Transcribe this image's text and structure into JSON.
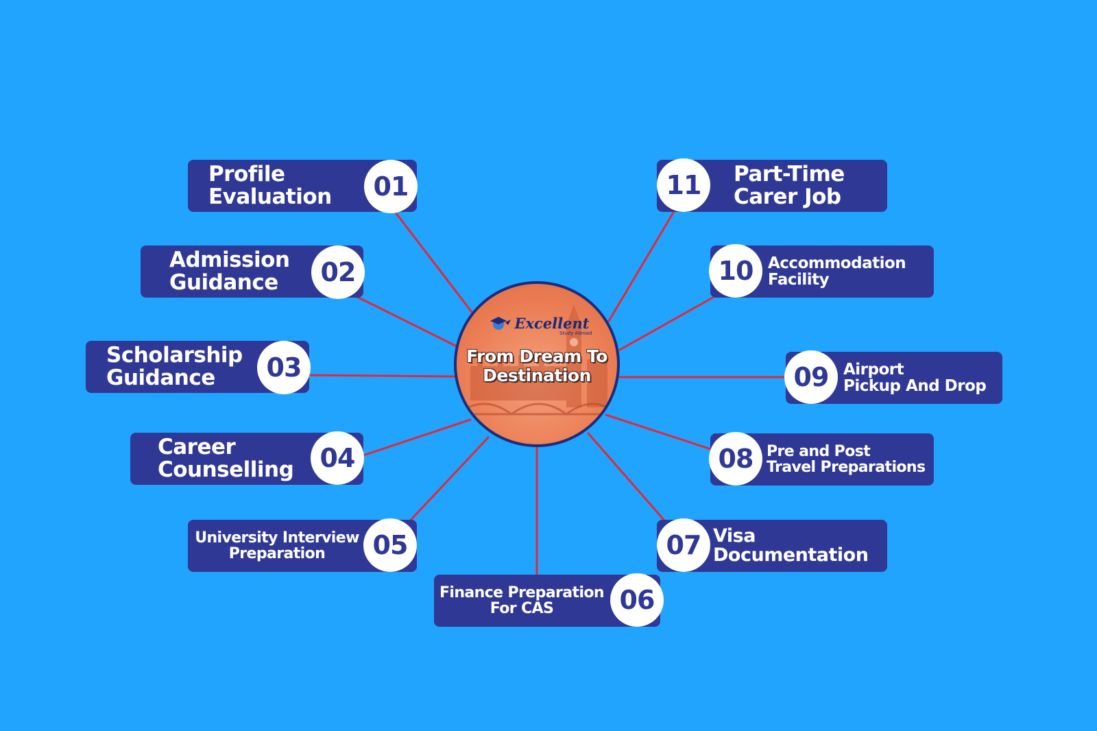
{
  "colors": {
    "background": "#20a4fd",
    "pill": "#303896",
    "badge": "#ffffff",
    "badge_text": "#303896",
    "connector": "#e02a3a",
    "hub_fill": "#ec8057",
    "hub_border": "#1c2c7a"
  },
  "hub": {
    "logo": "Excellent",
    "logo_tagline": "Study Abroad",
    "title_line1": "From Dream To",
    "title_line2": "Destination"
  },
  "steps": [
    {
      "number": "01",
      "line1": "Profile",
      "line2": "Evaluation"
    },
    {
      "number": "02",
      "line1": "Admission",
      "line2": "Guidance"
    },
    {
      "number": "03",
      "line1": "Scholarship",
      "line2": "Guidance"
    },
    {
      "number": "04",
      "line1": "Career",
      "line2": "Counselling"
    },
    {
      "number": "05",
      "line1": "University Interview",
      "line2": "Preparation"
    },
    {
      "number": "06",
      "line1": "Finance Preparation",
      "line2": "For CAS"
    },
    {
      "number": "07",
      "line1": "Visa",
      "line2": "Documentation"
    },
    {
      "number": "08",
      "line1": "Pre and Post",
      "line2": "Travel Preparations"
    },
    {
      "number": "09",
      "line1": "Airport",
      "line2": "Pickup And Drop"
    },
    {
      "number": "10",
      "line1": "Accommodation",
      "line2": "Facility"
    },
    {
      "number": "11",
      "line1": "Part-Time",
      "line2": "Carer Job"
    }
  ]
}
